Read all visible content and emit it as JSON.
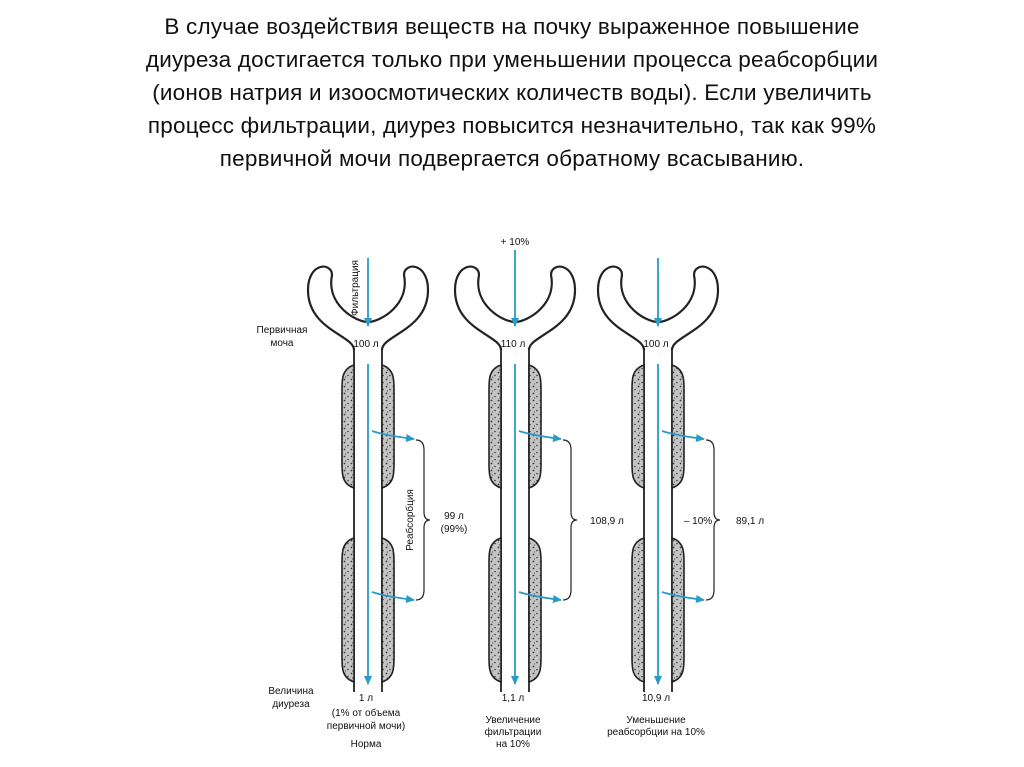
{
  "title_lines": [
    "В случае воздействия веществ на почку выраженное повышение",
    "диуреза достигается только при уменьшении процесса реабсорбции",
    "(ионов натрия и изоосмотических количеств воды). Если  увеличить",
    "процесс фильтрации, диурез повысится незначительно, так как 99%",
    "первичной мочи подвергается обратному всасыванию."
  ],
  "labels": {
    "primary_urine": [
      "Первичная",
      "моча"
    ],
    "filtration": "Фильтрация",
    "reabsorption": "Реабсорбция",
    "diuresis": [
      "Величина",
      "диуреза"
    ]
  },
  "panels": [
    {
      "top_note": "",
      "primary_volume": "100 л",
      "reabsorbed": [
        "99 л",
        "(99%)"
      ],
      "side_note": "",
      "final_volume": "1 л",
      "final_note": [
        "(1% от объема",
        "первичной мочи)"
      ],
      "caption": [
        "Норма"
      ]
    },
    {
      "top_note": "+ 10%",
      "primary_volume": "110 л",
      "reabsorbed": [
        "108,9 л"
      ],
      "side_note": "",
      "final_volume": "1,1 л",
      "final_note": [],
      "caption": [
        "Увеличение",
        "фильтрации",
        "на 10%"
      ]
    },
    {
      "top_note": "",
      "primary_volume": "100 л",
      "reabsorbed": [
        "89,1 л"
      ],
      "side_note": "– 10%",
      "final_volume": "10,9 л",
      "final_note": [],
      "caption": [
        "Уменьшение",
        "реабсорбции на 10%"
      ]
    }
  ],
  "colors": {
    "text": "#111111",
    "arrow": "#2a9ac7",
    "accent": "#d6406a",
    "stipple_bg": "#b8b8b8",
    "stipple_dot": "#3a3a3a"
  }
}
